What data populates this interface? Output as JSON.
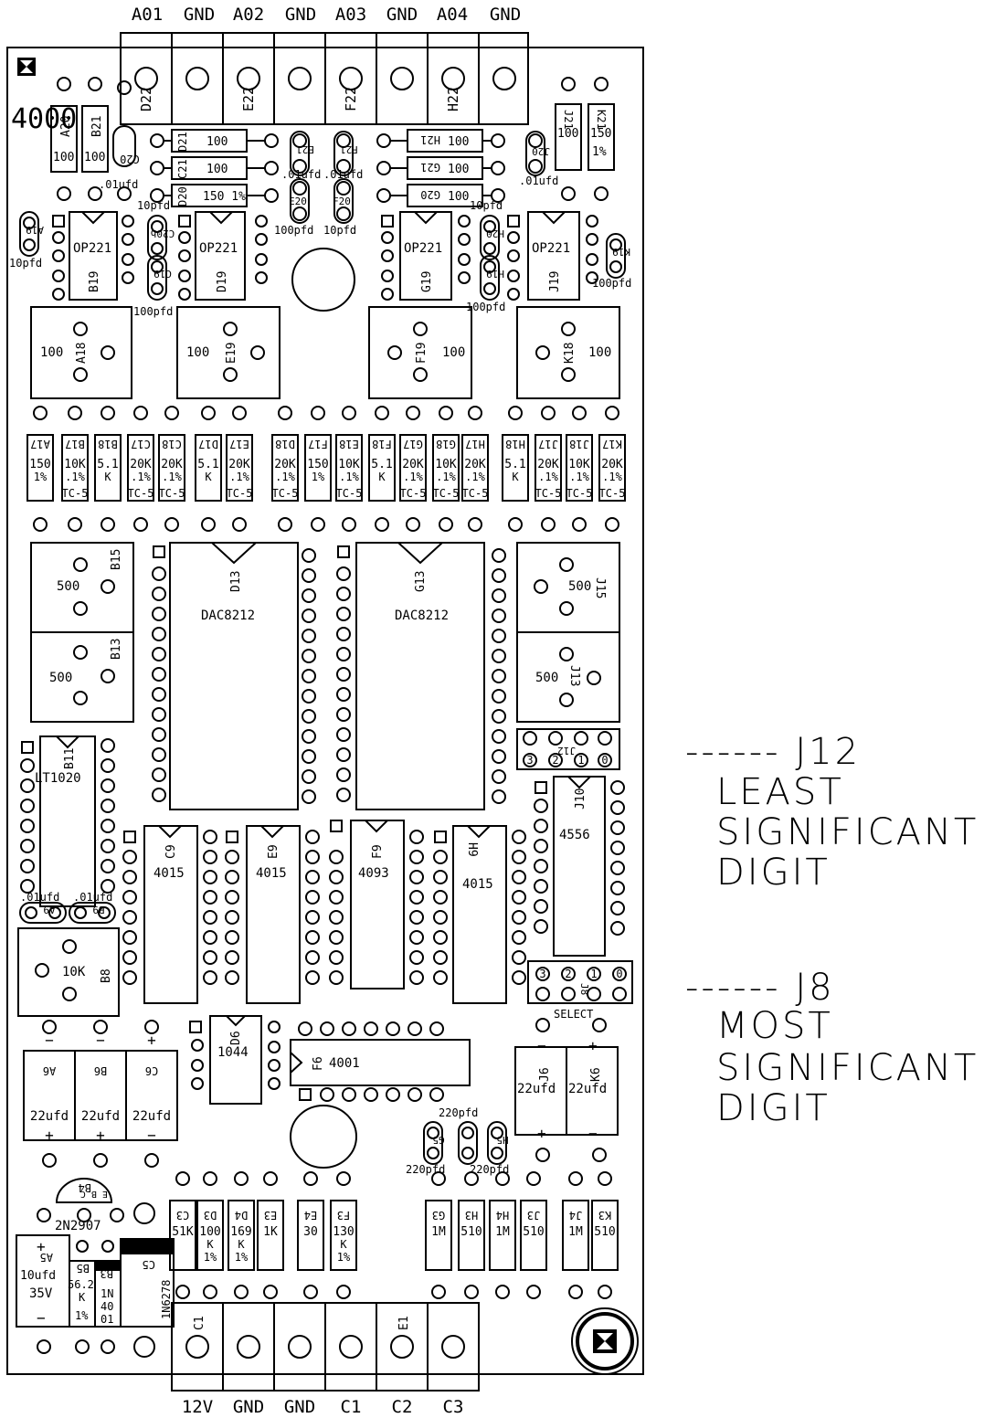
{
  "top_connector_labels": [
    "A01",
    "GND",
    "A02",
    "GND",
    "A03",
    "GND",
    "A04",
    "GND"
  ],
  "top_connector_refs": [
    "D22",
    "E22",
    "F22",
    "H22"
  ],
  "bottom_connector_labels": [
    "12V",
    "GND",
    "GND",
    "C1",
    "C2",
    "C3"
  ],
  "bottom_connector_refs": [
    "C1",
    "E1"
  ],
  "board_id": "4000",
  "notes": {
    "j12_marker": "------ J12",
    "j12_lines": [
      "LEAST",
      "SIGNIFICANT",
      "DIGIT"
    ],
    "j8_marker": "------ J8",
    "j8_lines": [
      "MOST",
      "SIGNIFICANT",
      "DIGIT"
    ]
  },
  "ics": [
    {
      "ref": "B19",
      "part": "OP221"
    },
    {
      "ref": "D19",
      "part": "OP221"
    },
    {
      "ref": "G19",
      "part": "OP221"
    },
    {
      "ref": "J19",
      "part": "OP221"
    },
    {
      "ref": "D13",
      "part": "DAC8212"
    },
    {
      "ref": "G13",
      "part": "DAC8212"
    },
    {
      "ref": "B11",
      "part": "LT1020"
    },
    {
      "ref": "J10",
      "part": "4556"
    },
    {
      "ref": "C9",
      "part": "4015"
    },
    {
      "ref": "E9",
      "part": "4015"
    },
    {
      "ref": "F9",
      "part": "4093"
    },
    {
      "ref": "H9",
      "part": "4015"
    },
    {
      "ref": "D6",
      "part": "1044"
    },
    {
      "ref": "F6",
      "part": "4001"
    }
  ],
  "trimpots": [
    {
      "ref": "A18",
      "value": "100"
    },
    {
      "ref": "E19",
      "value": "100"
    },
    {
      "ref": "F19",
      "value": "100"
    },
    {
      "ref": "K18",
      "value": "100"
    },
    {
      "ref": "B15",
      "value": "500"
    },
    {
      "ref": "J15",
      "value": "500"
    },
    {
      "ref": "B13",
      "value": "500"
    },
    {
      "ref": "J13",
      "value": "500"
    },
    {
      "ref": "B8",
      "value": "10K"
    }
  ],
  "top_resistors": [
    {
      "ref": "A20",
      "value": "100"
    },
    {
      "ref": "B21",
      "value": "100"
    },
    {
      "ref": "J21",
      "value": "100"
    },
    {
      "ref": "K21",
      "value": "150",
      "tol": "1%"
    }
  ],
  "horizontal_resistors": [
    {
      "ref": "D21",
      "value": "100"
    },
    {
      "ref": "C21",
      "value": "100"
    },
    {
      "ref": "D20",
      "value": "150 1%"
    },
    {
      "ref": "H21",
      "value": "100"
    },
    {
      "ref": "G21",
      "value": "100"
    },
    {
      "ref": "G20",
      "value": "100"
    }
  ],
  "resistor_row": [
    {
      "ref": "A17",
      "l1": "150",
      "l2": "1%",
      "l3": ""
    },
    {
      "ref": "B17",
      "l1": "10K",
      "l2": ".1%",
      "l3": "TC-5"
    },
    {
      "ref": "B18",
      "l1": "5.1",
      "l2": "K",
      "l3": ""
    },
    {
      "ref": "C17",
      "l1": "20K",
      "l2": ".1%",
      "l3": "TC-5"
    },
    {
      "ref": "C18",
      "l1": "20K",
      "l2": ".1%",
      "l3": "TC-5"
    },
    {
      "ref": "D17",
      "l1": "5.1",
      "l2": "K",
      "l3": ""
    },
    {
      "ref": "E17",
      "l1": "20K",
      "l2": ".1%",
      "l3": "TC-5"
    },
    {
      "ref": "D18",
      "l1": "20K",
      "l2": ".1%",
      "l3": "TC-5"
    },
    {
      "ref": "F17",
      "l1": "150",
      "l2": "1%",
      "l3": ""
    },
    {
      "ref": "E18",
      "l1": "10K",
      "l2": ".1%",
      "l3": "TC-5"
    },
    {
      "ref": "F18",
      "l1": "5.1",
      "l2": "K",
      "l3": ""
    },
    {
      "ref": "G17",
      "l1": "20K",
      "l2": ".1%",
      "l3": "TC-5"
    },
    {
      "ref": "G18",
      "l1": "10K",
      "l2": ".1%",
      "l3": "TC-5"
    },
    {
      "ref": "H17",
      "l1": "20K",
      "l2": ".1%",
      "l3": "TC-5"
    },
    {
      "ref": "H18",
      "l1": "5.1",
      "l2": "K",
      "l3": ""
    },
    {
      "ref": "J17",
      "l1": "20K",
      "l2": ".1%",
      "l3": "TC-5"
    },
    {
      "ref": "J18",
      "l1": "10K",
      "l2": ".1%",
      "l3": "TC-5"
    },
    {
      "ref": "K17",
      "l1": "20K",
      "l2": ".1%",
      "l3": "TC-5"
    }
  ],
  "small_caps": [
    {
      "ref": "C20",
      "value": ".01ufd"
    },
    {
      "ref": "E21",
      "value": ".01ufd"
    },
    {
      "ref": "F21",
      "value": ".01ufd"
    },
    {
      "ref": "J20",
      "value": ".01ufd"
    },
    {
      "ref": "E20",
      "value": "100pfd"
    },
    {
      "ref": "F20",
      "value": "10pfd"
    },
    {
      "ref": "A19",
      "value": "10pfd"
    },
    {
      "ref": "C20b",
      "value": "10pfd"
    },
    {
      "ref": "C19",
      "value": "100pfd"
    },
    {
      "ref": "H20",
      "value": "10pfd"
    },
    {
      "ref": "H19",
      "value": "100pfd"
    },
    {
      "ref": "K19",
      "value": "100pfd"
    },
    {
      "ref": "A9",
      "value": ".01ufd"
    },
    {
      "ref": "B9",
      "value": ".01ufd"
    },
    {
      "ref": "G5",
      "value": "220pfd"
    },
    {
      "ref": "H5",
      "value": "220pfd"
    },
    {
      "ref": "G5b",
      "value": "220pfd"
    }
  ],
  "jumpers": {
    "j12": {
      "ref": "J12",
      "pins": [
        "3",
        "2",
        "1",
        "0"
      ]
    },
    "j8": {
      "ref": "J8",
      "pins": [
        "3",
        "2",
        "1",
        "0"
      ],
      "label": "SELECT"
    }
  },
  "electrolytics": [
    {
      "ref": "A6",
      "value": "22ufd",
      "top": "−",
      "bottom": "+"
    },
    {
      "ref": "B6",
      "value": "22ufd",
      "top": "−",
      "bottom": "+"
    },
    {
      "ref": "C6",
      "value": "22ufd",
      "top": "+",
      "bottom": "−"
    },
    {
      "ref": "J6",
      "value": "22ufd",
      "top": "−",
      "bottom": "+"
    },
    {
      "ref": "K6",
      "value": "22ufd",
      "top": "+",
      "bottom": "−"
    },
    {
      "ref": "A5",
      "value": "10ufd",
      "extra": "35V",
      "top": "+",
      "bottom": "−"
    }
  ],
  "bottom_resistors": [
    {
      "ref": "C3",
      "l1": "51K",
      "l2": ""
    },
    {
      "ref": "D3",
      "l1": "100",
      "l2": "K 1%"
    },
    {
      "ref": "D4",
      "l1": "169",
      "l2": "K 1%"
    },
    {
      "ref": "E3",
      "l1": "1K",
      "l2": ""
    },
    {
      "ref": "E4",
      "l1": "30",
      "l2": ""
    },
    {
      "ref": "F3",
      "l1": "130",
      "l2": "K 1%"
    },
    {
      "ref": "G3",
      "l1": "1M",
      "l2": ""
    },
    {
      "ref": "H3",
      "l1": "510",
      "l2": ""
    },
    {
      "ref": "H4",
      "l1": "1M",
      "l2": ""
    },
    {
      "ref": "J3",
      "l1": "510",
      "l2": ""
    },
    {
      "ref": "J4",
      "l1": "1M",
      "l2": ""
    },
    {
      "ref": "K3",
      "l1": "510",
      "l2": ""
    }
  ],
  "misc": {
    "transistor": {
      "ref": "B4",
      "part": "2N2907",
      "pins": "E B C"
    },
    "b5": {
      "ref": "B5",
      "l1": "56.2",
      "l2": "K",
      "l3": "1%"
    },
    "b3": {
      "ref": "B3",
      "l1": "1N",
      "l2": "40",
      "l3": "01"
    },
    "c5": {
      "ref": "C5",
      "part": "1N6278"
    }
  }
}
